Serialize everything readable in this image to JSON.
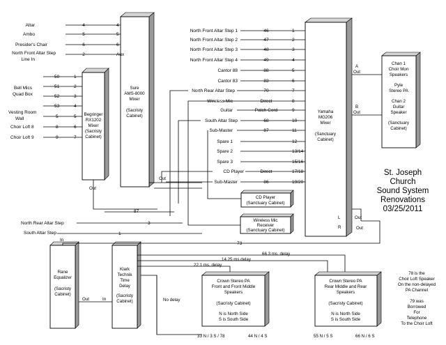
{
  "title_lines": [
    "St. Joseph",
    "Church",
    "Sound System",
    "Renovations",
    "03/25/2011"
  ],
  "left_inputs": [
    {
      "label": "Altar",
      "wire": "4",
      "port": "4"
    },
    {
      "label": "Ambo",
      "wire": "5",
      "port": "5"
    },
    {
      "label": "Presider's Chair",
      "wire": "6",
      "port": "6"
    },
    {
      "label": "North Front Altar Step",
      "label2": "Line In",
      "wire": "2",
      "port": "Aux"
    }
  ],
  "behringer_rows": [
    {
      "wire": "50",
      "port": "1"
    },
    {
      "wire": "51",
      "port": "2"
    },
    {
      "wire": "52",
      "port": "3"
    },
    {
      "wire": "53",
      "port": "4"
    },
    {
      "wire": "5",
      "port": "5"
    },
    {
      "wire": "8",
      "port": "6"
    },
    {
      "wire": "9",
      "port": "7"
    }
  ],
  "behringer_groups": [
    {
      "label": "Bell Mics"
    },
    {
      "label": "Quad Box"
    },
    {
      "label": "Vesting Room"
    },
    {
      "label": "Wall"
    },
    {
      "label": "Choir Loft 8"
    },
    {
      "label": "Choir Loft 9"
    }
  ],
  "devices": {
    "behringer": [
      "Begringer",
      "RX1202",
      "Mixer",
      "(Sacristy",
      "Cabinet)"
    ],
    "behringer_out": "Out",
    "shure": [
      "Sure",
      "AMS-8000",
      "Mixer",
      "",
      "(Sacristy",
      "Cabinet)"
    ],
    "shure_out": "Out",
    "yamaha": [
      "Yamaha",
      "MG206",
      "Mixer",
      "",
      "(Sanctuary",
      "Cabinet)"
    ],
    "yamaha_ports": {
      "a": "A",
      "a_out": "Out",
      "b": "B",
      "b_out": "Out",
      "l": "L",
      "r": "R",
      "out1": "Out",
      "out2": "Out"
    },
    "speakers": [
      "Chan 1",
      "Choir Mon",
      "Speakers",
      "",
      "Pyle",
      "Stereo PA",
      "",
      "Chan 2",
      "Guitar",
      "Speaker",
      "",
      "(Sanctuary",
      "Cabinet)"
    ],
    "cd_player": [
      "CD Player",
      "(Sanctuary Cabinet)"
    ],
    "wireless": [
      "Wireless Mic",
      "Receiver",
      "(Sanctuary Cabinet)"
    ],
    "rane": [
      "Rane",
      "Equalizer",
      "",
      "(Sacristy",
      "Cabinet)"
    ],
    "rane_in": "In",
    "rane_out": "Out",
    "klark": [
      "Klark",
      "Technik",
      "Time",
      "Delay",
      "",
      "(Sacristy",
      "Cabinet)"
    ],
    "klark_in": "In",
    "crown1": [
      "Crown Stereo PA",
      "Front and Front Middle",
      "Speakers",
      "",
      "(Sacristy Cabinet)",
      "",
      "N is North Side",
      "S is South Side"
    ],
    "crown2": [
      "Crown Stereo PA",
      "Rear Middle and Rear",
      "Speakers",
      "",
      "(Sacristy Cabinet)",
      "",
      "N is North Side",
      "S is South Side"
    ]
  },
  "yamaha_inputs": [
    {
      "label": "North Front Altar Step 1",
      "wire": "46",
      "port": "1"
    },
    {
      "label": "North Front Altar Step 2",
      "wire": "47",
      "port": "2"
    },
    {
      "label": "North Front Altar Step 3",
      "wire": "48",
      "port": "3"
    },
    {
      "label": "North Front Altar Step 4",
      "wire": "49",
      "port": "4"
    },
    {
      "label": "Cantor 88",
      "wire": "88",
      "port": "5"
    },
    {
      "label": "Cantor 83",
      "wire": "83",
      "port": "6"
    },
    {
      "label": "North Rear Altar Step",
      "wire": "70",
      "port": "7"
    },
    {
      "label": "Wireless Mic",
      "wire": "Direct",
      "port": "8"
    },
    {
      "label": "Guitar",
      "wire": "Patch Cord",
      "port": "9"
    },
    {
      "label": "South Altar Step",
      "wire": "68",
      "port": "10"
    },
    {
      "label": "Sub-Master",
      "wire": "87",
      "port": "11"
    },
    {
      "label": "Spare 1",
      "wire": "",
      "port": "12"
    },
    {
      "label": "Spare 2",
      "wire": "",
      "port": "13/14"
    },
    {
      "label": "Spare 3",
      "wire": "",
      "port": "15/16"
    },
    {
      "label": "CD Player",
      "wire": "Direct",
      "port": "17/18"
    },
    {
      "label": "Sub-Master",
      "wire": "86",
      "port": "19/20"
    }
  ],
  "lower_left": [
    {
      "label": "North Rear Altar Step",
      "wire": "3"
    },
    {
      "label": "South Altar Step",
      "wire": "1"
    }
  ],
  "wire_labels": {
    "w87": "87",
    "w73": "73",
    "in": "In",
    "d663": "66.3 ms. delay",
    "d1425": "14.25 ms delay",
    "d221": "22.1 ms. delay",
    "nodelay": "No delay"
  },
  "bottom_labels": [
    "33 N / 3 S / 78",
    "44 N / 4 S",
    "55 N / 5 S",
    "66 N / 6 S"
  ],
  "note_lines": [
    "78 is the",
    "Choir Loft Speaker",
    "On the non-delayed",
    "PA Channel",
    "",
    "79 was",
    "Borrowed",
    "For",
    "Telephone",
    "To the Choir Loft"
  ]
}
